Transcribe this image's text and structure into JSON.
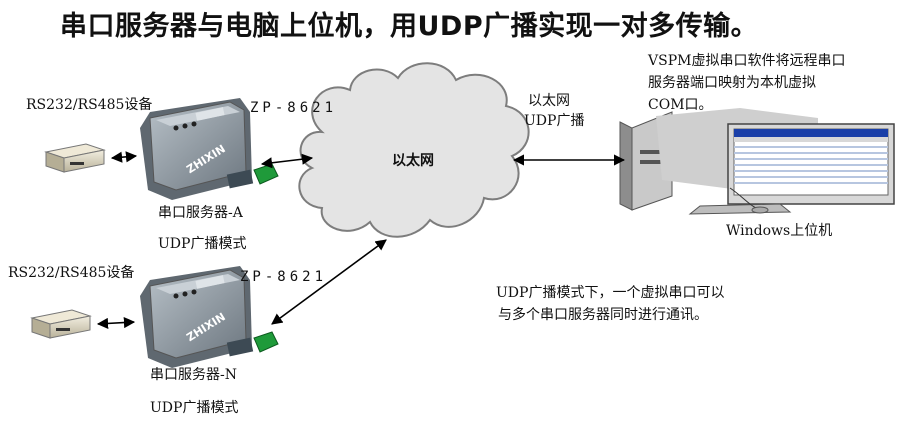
{
  "title": "串口服务器与电脑上位机，用UDP广播实现一对多传输。",
  "devices": {
    "top": {
      "rs_label": "RS232/RS485设备",
      "model": "ZP-8621",
      "name": "串口服务器-A",
      "mode": "UDP广播模式"
    },
    "bottom": {
      "rs_label": "RS232/RS485设备",
      "model": "ZP-8621",
      "name": "串口服务器-N",
      "mode": "UDP广播模式"
    }
  },
  "network": {
    "cloud_label": "以太网",
    "link_label_line1": "以太网",
    "link_label_line2": "UDP广播"
  },
  "pc": {
    "note_lines": [
      "VSPM虚拟串口软件将远程串口",
      "服务器端口映射为本机虚拟",
      "COM口。"
    ],
    "label": "Windows上位机"
  },
  "footnote_lines": [
    "UDP广播模式下，一个虚拟串口可以",
    "与多个串口服务器同时进行通讯。"
  ],
  "brand_text": "ZHIXIN",
  "colors": {
    "cloud_fill": "#e4e4e4",
    "cloud_stroke": "#7d7d7d",
    "device_body": "#8a949c",
    "terminal_green": "#1f9a3a"
  }
}
